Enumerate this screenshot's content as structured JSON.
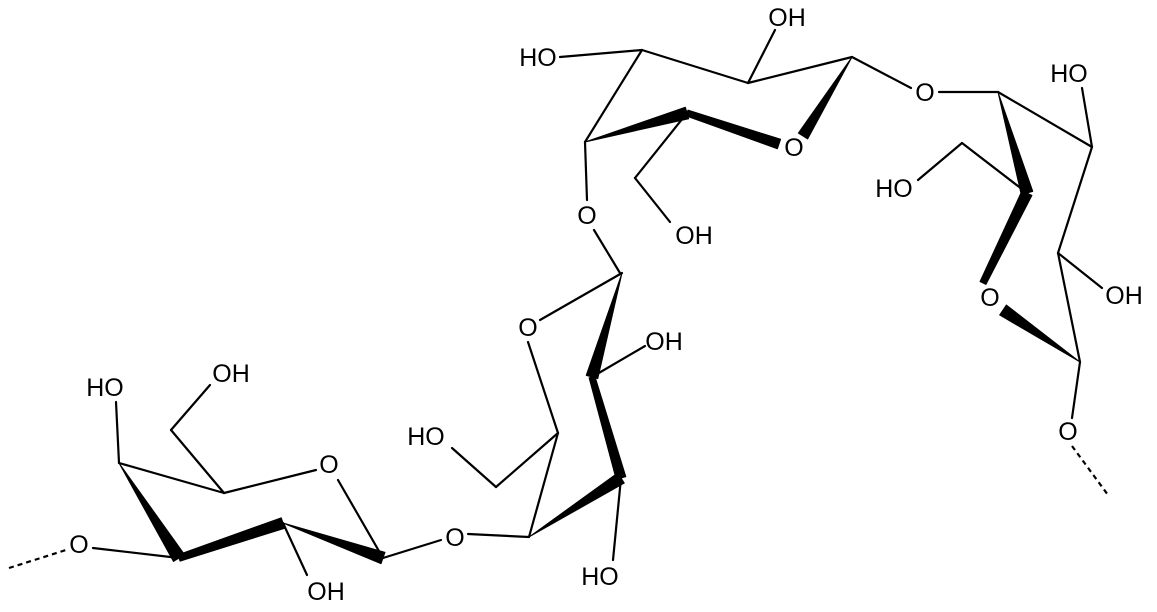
{
  "molecule": {
    "labels": {
      "top_oh_c2": "OH",
      "top_ho_c3": "HO",
      "link_o_top_right": "O",
      "top_ring_o": "O",
      "link_o_top_mid": "O",
      "top_ch2oh": "OH",
      "right_ho_c3": "HO",
      "right_ch2oh": "HO",
      "right_ring_o": "O",
      "right_oh_c2": "OH",
      "right_o_exit": "O",
      "mid_ring_o": "O",
      "mid_oh_c2": "OH",
      "mid_ch2oh": "HO",
      "link_o_left_mid": "O",
      "mid_oh_c3": "HO",
      "left_ch2oh": "OH",
      "left_ho_c4": "HO",
      "left_ring_o": "O",
      "left_o_exit": "O",
      "left_oh_c2": "OH"
    }
  }
}
